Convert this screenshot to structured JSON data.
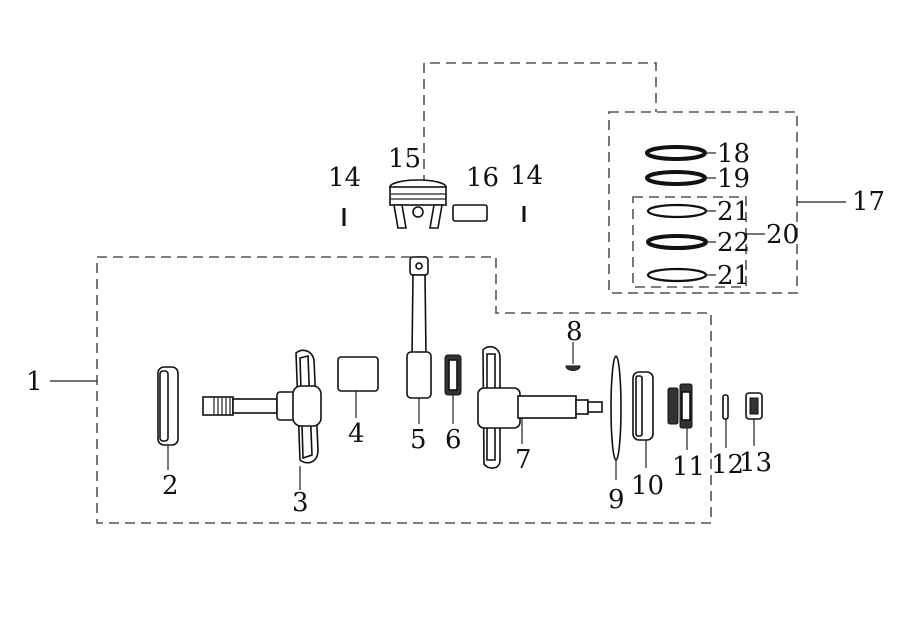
{
  "labels": {
    "l1": "1",
    "l2": "2",
    "l3": "3",
    "l4": "4",
    "l5": "5",
    "l6": "6",
    "l7": "7",
    "l8": "8",
    "l9": "9",
    "l10": "10",
    "l11": "11",
    "l12": "12",
    "l13": "13",
    "l14a": "14",
    "l14b": "14",
    "l15": "15",
    "l16": "16",
    "l17": "17",
    "l18": "18",
    "l19": "19",
    "l20": "20",
    "l21a": "21",
    "l22": "22",
    "l21b": "21"
  }
}
